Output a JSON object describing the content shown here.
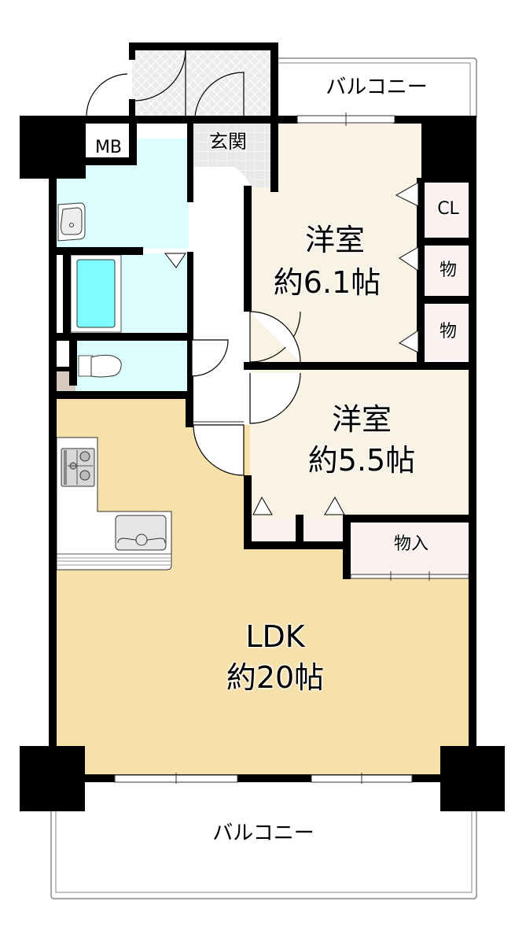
{
  "floor_plan": {
    "layout_type": "2LDK",
    "colors": {
      "wall": "#000000",
      "ldk_floor": "#f6e1ab",
      "western_room_floor": "#f8f3e5",
      "wet_area_floor": "#dcfcfd",
      "bathtub": "#7ffcff",
      "storage_floor": "#fdf0f0",
      "entrance_tile": "#e8e8e8",
      "corridor": "#ffffff",
      "balcony": "#ffffff"
    },
    "rooms": {
      "ldk": {
        "name": "LDK",
        "size": "約20帖"
      },
      "western_room_1": {
        "name": "洋室",
        "size": "約6.1帖"
      },
      "western_room_2": {
        "name": "洋室",
        "size": "約5.5帖"
      },
      "entrance": {
        "name": "玄関"
      },
      "meter_box": {
        "name": "MB"
      },
      "closet": {
        "name": "CL"
      },
      "storage_1": {
        "name": "物"
      },
      "storage_2": {
        "name": "物"
      },
      "storage_3": {
        "name": "物入"
      },
      "balcony_top": {
        "name": "バルコニー"
      },
      "balcony_bottom": {
        "name": "バルコニー"
      }
    },
    "fixtures": [
      "washbasin",
      "bathtub",
      "toilet",
      "gas-stove",
      "kitchen-sink"
    ]
  }
}
